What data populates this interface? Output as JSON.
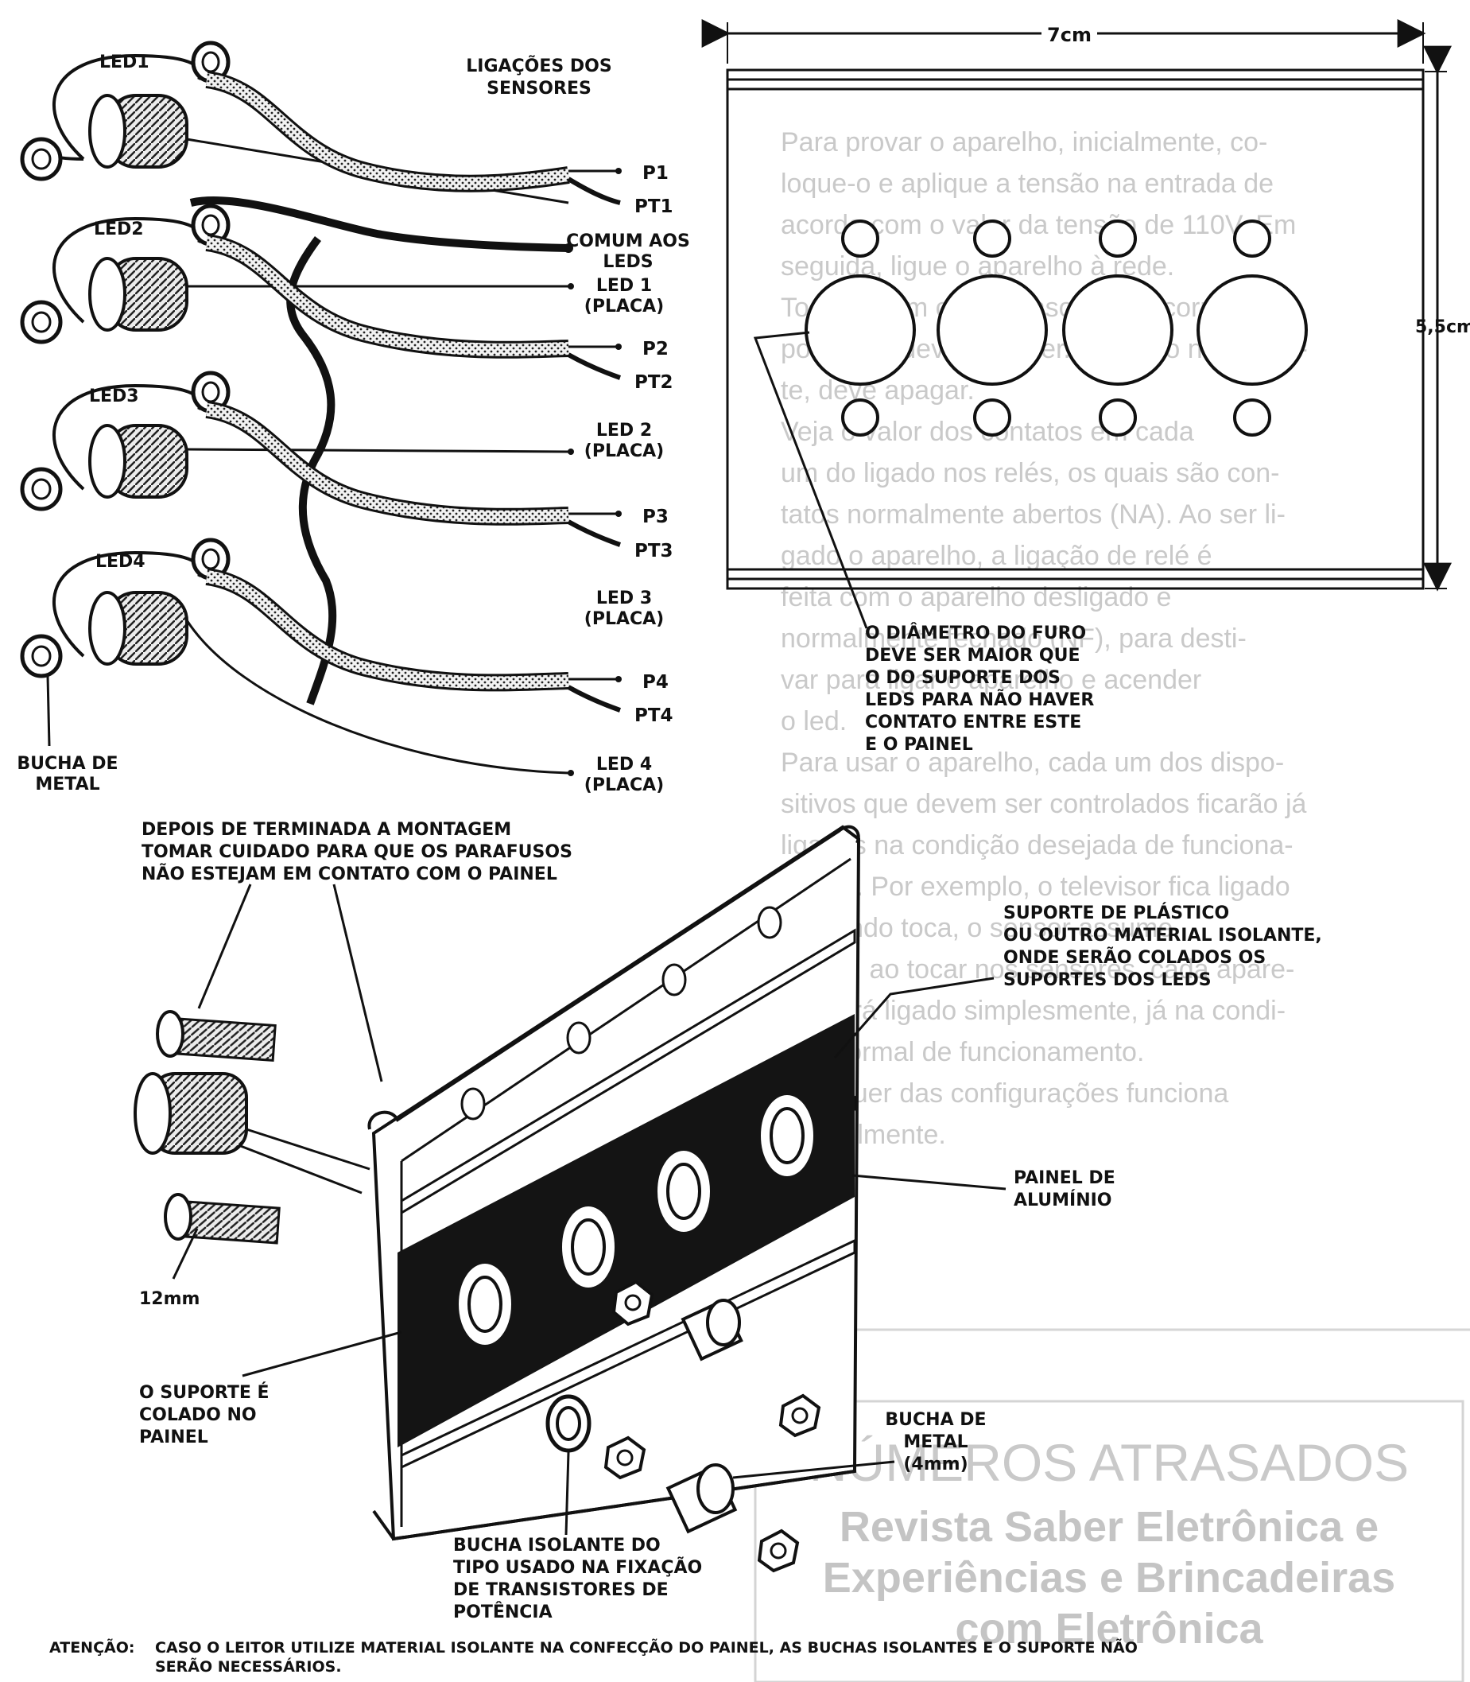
{
  "wiring": {
    "title": [
      "LIGAÇÕES DOS",
      "SENSORES"
    ],
    "leds": [
      {
        "name": "LED1",
        "p": "P1",
        "pt": "PT1",
        "led_lines": [
          "LED 1",
          "(PLACA)"
        ]
      },
      {
        "name": "LED2",
        "p": "P2",
        "pt": "PT2",
        "led_lines": [
          "LED 2",
          "(PLACA)"
        ]
      },
      {
        "name": "LED3",
        "p": "P3",
        "pt": "PT3",
        "led_lines": [
          "LED 3",
          "(PLACA)"
        ]
      },
      {
        "name": "LED4",
        "p": "P4",
        "pt": "PT4",
        "led_lines": [
          "LED 4",
          "(PLACA)"
        ]
      }
    ],
    "common": [
      "COMUM AOS",
      "LEDS"
    ],
    "bushing": [
      "BUCHA DE",
      "METAL"
    ]
  },
  "panel": {
    "width": "7cm",
    "height": "5,5cm",
    "hole_note": [
      "O DIÂMETRO DO FURO",
      "DEVE SER MAIOR QUE",
      "O DO SUPORTE DOS",
      "LEDS PARA NÃO HAVER",
      "CONTATO ENTRE ESTE",
      "E O PAINEL"
    ]
  },
  "assembly": {
    "screw_note": [
      "DEPOIS DE TERMINADA A MONTAGEM",
      "TOMAR CUIDADO PARA QUE OS PARAFUSOS",
      "NÃO ESTEJAM EM CONTATO COM O PAINEL"
    ],
    "support_note": [
      "SUPORTE DE PLÁSTICO",
      "OU OUTRO MATERIAL ISOLANTE,",
      "ONDE SERÃO COLADOS OS",
      "SUPORTES DOS LEDS"
    ],
    "panel_label": [
      "PAINEL DE",
      "ALUMÍNIO"
    ],
    "screw_length": "12mm",
    "glued_note": [
      "O SUPORTE É",
      "COLADO NO",
      "PAINEL"
    ],
    "bushing_label": [
      "BUCHA DE",
      "METAL",
      "(4mm)"
    ],
    "insulating_note": [
      "BUCHA ISOLANTE DO",
      "TIPO USADO NA FIXAÇÃO",
      "DE TRANSISTORES DE",
      "POTÊNCIA"
    ]
  },
  "warning": {
    "label": "ATENÇÃO:",
    "lines": [
      "CASO O LEITOR UTILIZE MATERIAL ISOLANTE NA CONFECÇÃO DO PAINEL, AS BUCHAS ISOLANTES E O SUPORTE  NÃO",
      "SERÃO NECESSÁRIOS."
    ]
  },
  "background_text": {
    "banner_title": "NÚMEROS ATRASADOS",
    "banner_lines": [
      "Revista Saber Eletrônica e",
      "Experiências e Brincadeiras",
      "com Eletrônica"
    ],
    "article": [
      "Para provar o aparelho, inicialmente, co-",
      "loque-o e aplique a tensão na entrada de",
      "acordo com o valor da tensão de 110V. Em",
      "seguida, ligue o aparelho à rede.",
      "Tocando em cada sensor, o led corres-",
      "pondente deve acender. Tocando novamen-",
      "te, deve apagar.",
      "Veja o valor dos contatos em cada",
      "um do ligado nos relés, os quais são con-",
      "tatos normalmente abertos (NA). Ao ser li-",
      "gado o aparelho, a ligação de relé é",
      "feita com o aparelho desligado e",
      "normalmente fechado (NF), para desti-",
      "var para ligar o aparelho e acender",
      "o led.",
      "Para usar o aparelho, cada um dos dispo-",
      "sitivos que devem ser controlados ficarão já",
      "ligados na condição desejada de funciona-",
      "mento. Por exemplo, o televisor fica ligado",
      "e quando toca, o sensor assume.",
      "Assim, ao tocar nos sensores, cada apare-",
      "lho será ligado simplesmente, já na condi-",
      "ção normal de funcionamento.",
      "Qualquer das configurações funciona",
      "normalmente."
    ]
  }
}
